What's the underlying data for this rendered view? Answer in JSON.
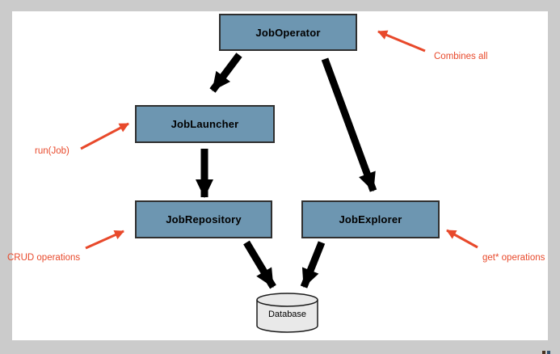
{
  "colors": {
    "frame_bg": "#cbcbcb",
    "canvas_bg": "#ffffff",
    "node_fill": "#6d96b1",
    "node_border": "#2f2f2f",
    "node_text": "#000000",
    "arrow_black": "#000000",
    "annotation_red": "#e8492b",
    "cylinder_fill": "#e9e9e9",
    "cylinder_border": "#1a1a1a"
  },
  "diagram": {
    "nodes": [
      {
        "id": "job_operator",
        "label": "JobOperator"
      },
      {
        "id": "job_launcher",
        "label": "JobLauncher"
      },
      {
        "id": "job_repository",
        "label": "JobRepository"
      },
      {
        "id": "job_explorer",
        "label": "JobExplorer"
      },
      {
        "id": "database",
        "label": "Database"
      }
    ],
    "annotations": [
      {
        "id": "combines_all",
        "label": "Combines all"
      },
      {
        "id": "run_job",
        "label": "run(Job)"
      },
      {
        "id": "crud_operations",
        "label": "CRUD operations"
      },
      {
        "id": "get_operations",
        "label": "get* operations"
      }
    ]
  }
}
